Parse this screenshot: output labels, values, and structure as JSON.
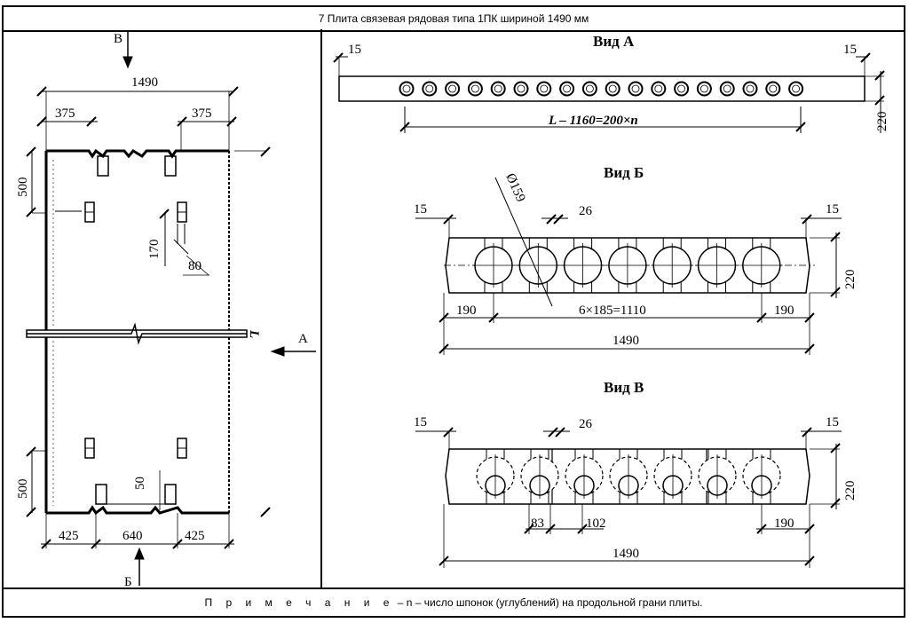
{
  "title": "7 Плита связевая рядовая типа 1ПК шириной 1490 мм",
  "note": {
    "label": "П р и м е ч а н и е",
    "text": " – n – число шпонок (углублений) на продольной грани плиты."
  },
  "plan": {
    "arrow_top": "В",
    "arrow_bottom": "Б",
    "arrow_right": "А",
    "length_label": "L",
    "width_total": "1490",
    "edge_left": "375",
    "edge_right": "375",
    "end_top": "500",
    "end_bottom": "500",
    "gap_170": "170",
    "gap_80": "80",
    "gap_50": "50",
    "bottom_left": "425",
    "bottom_mid": "640",
    "bottom_right": "425"
  },
  "view_a": {
    "title": "Вид А",
    "dim_left": "15",
    "dim_right": "15",
    "height": "220",
    "formula": "L – 1160=200×n",
    "hole_count": 18
  },
  "view_b": {
    "title": "Вид Б",
    "dim_left": "15",
    "dim_right": "15",
    "dim_26": "26",
    "diameter": "Ø159",
    "height": "220",
    "left_190": "190",
    "middle": "6×185=1110",
    "right_190": "190",
    "total": "1490"
  },
  "view_c": {
    "title": "Вид В",
    "dim_left": "15",
    "dim_right": "15",
    "dim_26": "26",
    "height": "220",
    "dim_83": "83",
    "dim_102": "102",
    "right_190": "190",
    "total": "1490"
  }
}
